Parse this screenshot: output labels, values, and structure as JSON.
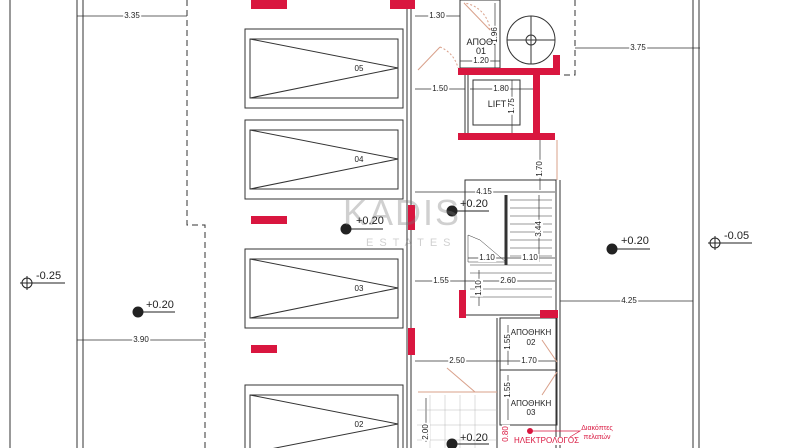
{
  "plan": {
    "dimensions": {
      "d335": "3.35",
      "d390": "3.90",
      "d130": "1.30",
      "d196": "1.96",
      "d120": "1.20",
      "d375": "3.75",
      "d150": "1.50",
      "d180": "1.80",
      "d175": "1.75",
      "d170a": "1.70",
      "d415": "4.15",
      "d344": "3.44",
      "d110a": "1.10",
      "d110b": "1.10",
      "d110c": "1.10",
      "d155a": "1.55",
      "d260": "2.60",
      "d425": "4.25",
      "d155b": "1.55",
      "d250": "2.50",
      "d170b": "1.70",
      "d155c": "1.55",
      "d200": "2.00",
      "d080": "0.80"
    },
    "levels": {
      "left_street": "-0.25",
      "left_yard": "+0.20",
      "center": "+0.20",
      "stair": "+0.20",
      "right_yard": "+0.20",
      "right_street": "-0.05",
      "bottom": "+0.20"
    },
    "rooms": {
      "storage01_name": "ΑΠΟΘ.",
      "storage01_num": "01",
      "lift": "LIFT",
      "storage02_name": "ΑΠΟΘΗΚΗ",
      "storage02_num": "02",
      "storage03_name": "ΑΠΟΘΗΚΗ",
      "storage03_num": "03"
    },
    "parking": [
      "05",
      "04",
      "03",
      "02"
    ],
    "notes": {
      "switches_line1": "Διακόπτες",
      "switches_line2": "πελατών",
      "electrician": "ΗΛΕΚΤΡΟΛΟΓΟΣ"
    },
    "watermark": {
      "brand": "KADIS",
      "sub": "ESTATES"
    },
    "colors": {
      "wall": "#d9163f",
      "line": "#333333",
      "door": "#d9a08a"
    }
  }
}
